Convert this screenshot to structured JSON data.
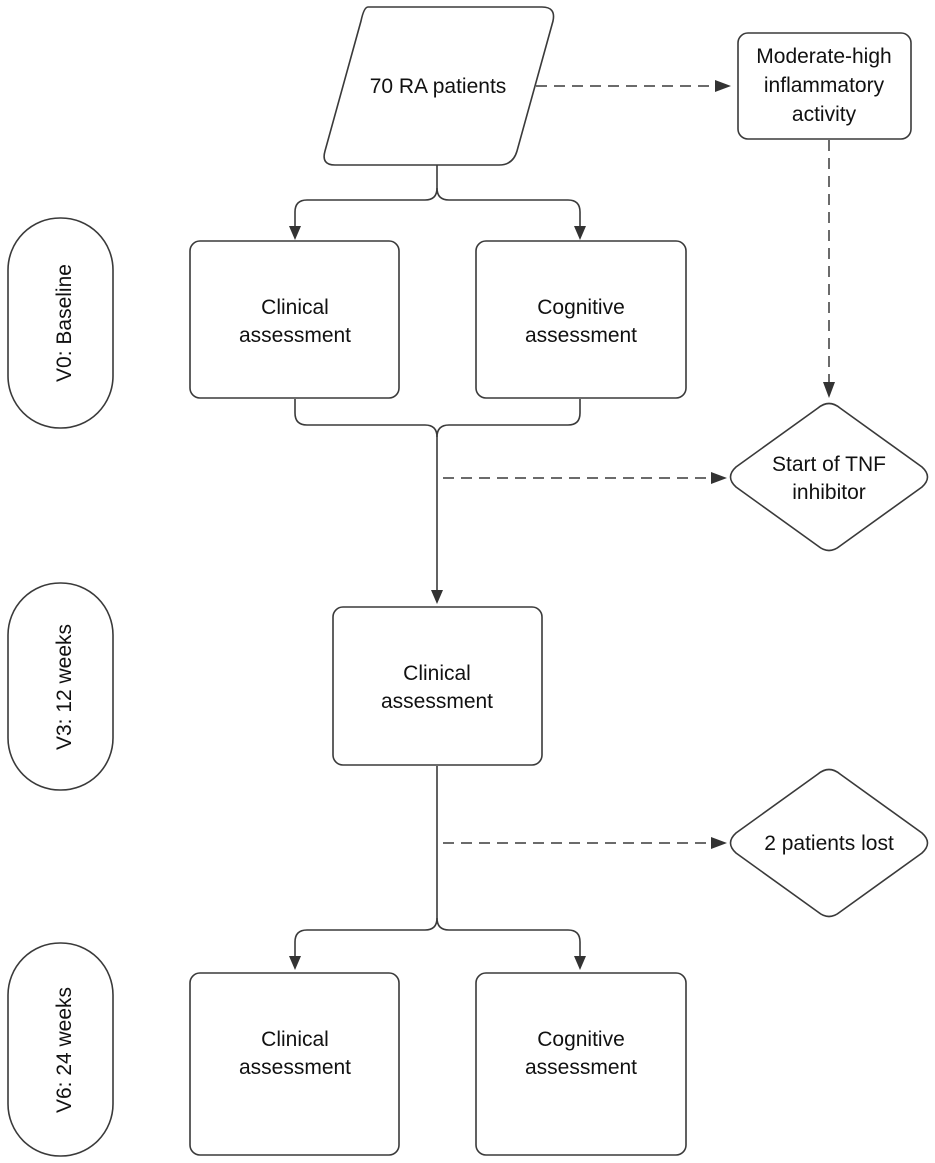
{
  "nodes": {
    "patients": "70 RA patients",
    "moderate_high": [
      "Moderate-high",
      "inflammatory",
      "activity"
    ],
    "v0_clinical": [
      "Clinical",
      "assessment"
    ],
    "v0_cognitive": [
      "Cognitive",
      "assessment"
    ],
    "tnf": [
      "Start of TNF",
      "inhibitor"
    ],
    "v3_clinical": [
      "Clinical",
      "assessment"
    ],
    "lost": "2 patients lost",
    "v6_clinical": [
      "Clinical",
      "assessment"
    ],
    "v6_cognitive": [
      "Cognitive",
      "assessment"
    ]
  },
  "phases": {
    "v0": "V0: Baseline",
    "v3": "V3: 12 weeks",
    "v6": "V6: 24 weeks"
  }
}
